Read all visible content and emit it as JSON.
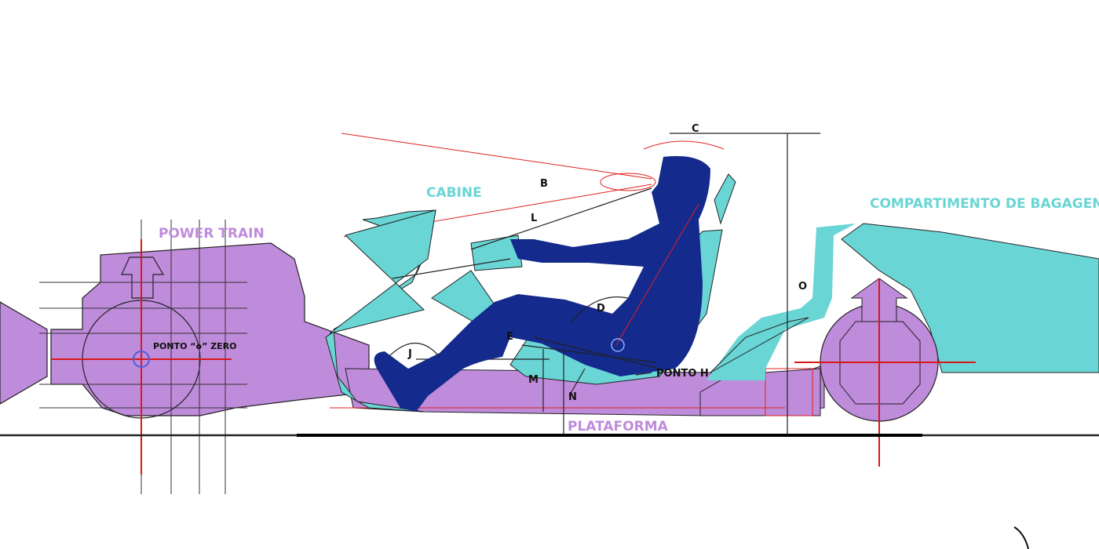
{
  "colors": {
    "powertrain": "#bf8bdb",
    "cabin": "#6ad5d5",
    "driver": "#142a8c",
    "reference": "#e02020",
    "origin_marker": "#4a5de0"
  },
  "sections": {
    "power_train": "POWER TRAIN",
    "cabine": "CABINE",
    "bagagem": "COMPARTIMENTO DE BAGAGEN",
    "plataforma": "PLATAFORMA"
  },
  "points": {
    "origin": "PONTO “o” ZERO",
    "h_point": "PONTO H"
  },
  "dimensions": {
    "b": "B",
    "c": "C",
    "l": "L",
    "d": "D",
    "e": "E",
    "j": "J",
    "m": "M",
    "n": "N",
    "o": "O"
  }
}
